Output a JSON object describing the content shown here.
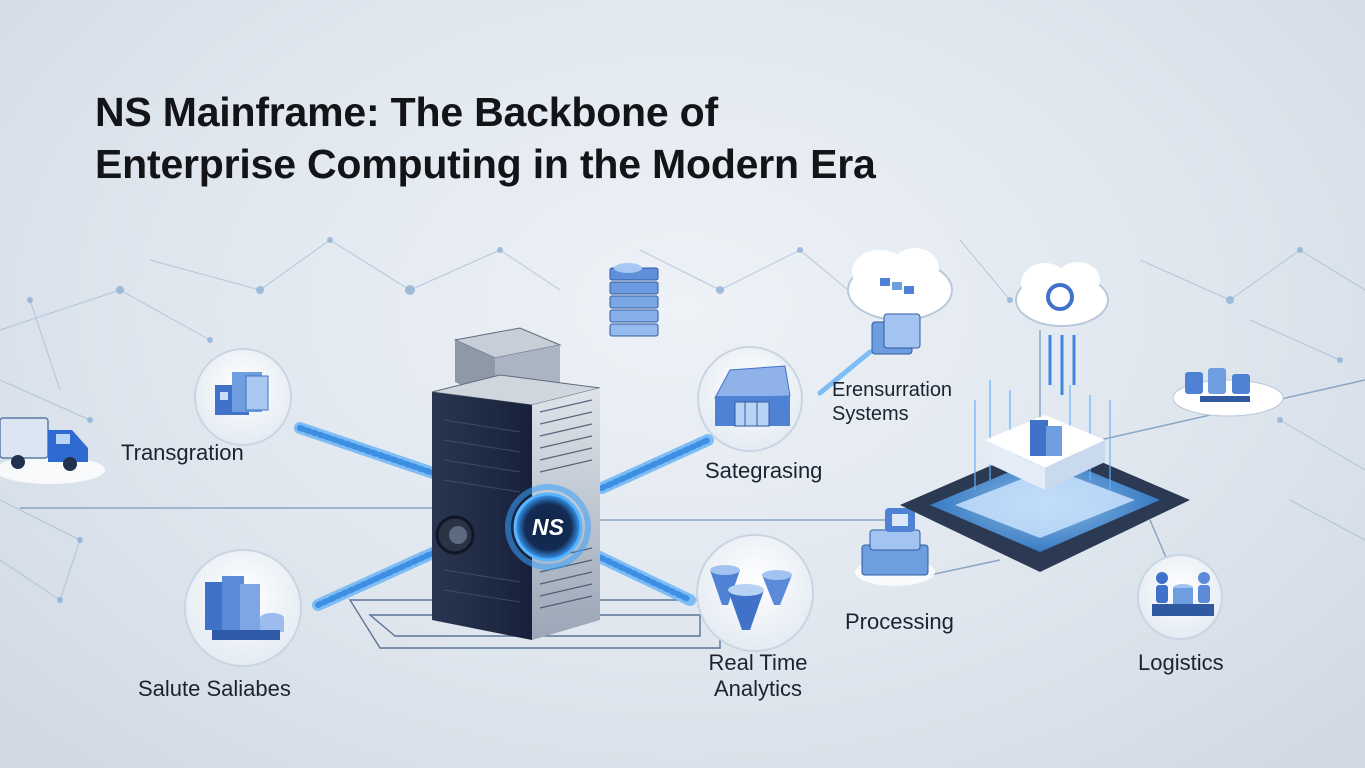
{
  "title": {
    "line1": "NS Mainframe: The Backbone of",
    "line2": "Enterprise Computing in the Modern Era"
  },
  "mainframe": {
    "badge": "NS",
    "icon": "mainframe-server-icon"
  },
  "nodes": {
    "transgration": {
      "label": "Transgration",
      "icon": "factory-icon"
    },
    "salute_saliabes": {
      "label": "Salute Saliabes",
      "icon": "file-stack-icon"
    },
    "sategrasing": {
      "label": "Sategrasing",
      "icon": "warehouse-icon"
    },
    "ensuration": {
      "line1": "Erensurration",
      "line2": "Systems",
      "icon": "cloud-folder-icon"
    },
    "real_time": {
      "line1": "Real Time",
      "line2": "Analytics",
      "icon": "funnel-icon"
    },
    "processing": {
      "label": "Processing",
      "icon": "processing-stack-icon"
    },
    "logistics": {
      "label": "Logistics",
      "icon": "people-database-icon"
    }
  },
  "decor": {
    "truck": "delivery-truck-icon",
    "server_rack": "server-rack-icon",
    "cloud_sync": "cloud-sync-icon",
    "data_center": "data-center-icon",
    "platform": "platform-chip-icon"
  },
  "colors": {
    "accent": "#2f7de0",
    "cable": "#4a9be8",
    "dark_server": "#1f2a3c",
    "glow": "#3aa2ff",
    "title": "#121418"
  }
}
